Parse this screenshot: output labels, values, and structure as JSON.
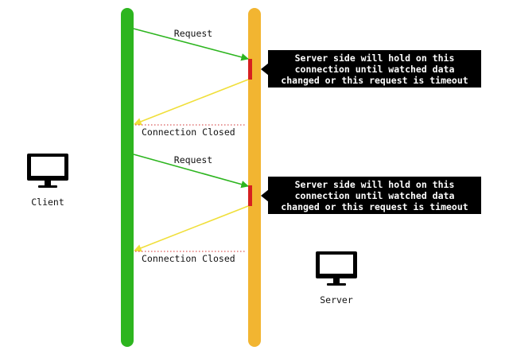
{
  "client": {
    "label": "Client",
    "icon": "monitor-icon"
  },
  "server": {
    "label": "Server",
    "icon": "monitor-icon"
  },
  "colors": {
    "client_line": "#2db51f",
    "server_line": "#f2b531",
    "request_arrow": "#2db51f",
    "response_arrow": "#f0df3a",
    "hold_marker": "#d62020",
    "closed_line": "#d03030",
    "note_bg": "#000000"
  },
  "exchanges": [
    {
      "request_label": "Request",
      "note_lines": [
        "Server side will hold on this",
        "connection until watched data",
        "changed or this request is timeout"
      ],
      "closed_label": "Connection Closed"
    },
    {
      "request_label": "Request",
      "note_lines": [
        "Server side will hold on this",
        "connection until watched data",
        "changed or this request is timeout"
      ],
      "closed_label": "Connection Closed"
    }
  ]
}
